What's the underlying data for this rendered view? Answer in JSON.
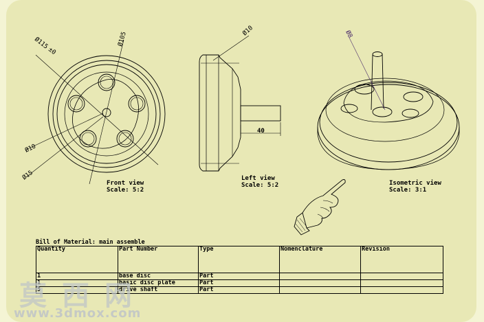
{
  "views": {
    "front": {
      "title": "Front view",
      "scale": "Scale:  5:2"
    },
    "left": {
      "title": "Left view",
      "scale": "Scale:  5:2"
    },
    "iso": {
      "title": "Isometric view",
      "scale": "Scale:  3:1"
    }
  },
  "dimensions": {
    "front_d115": "Ø115",
    "front_d115_tol": "±0",
    "front_d105": "Ø105",
    "front_d10": "Ø10",
    "front_d15": "Ø15",
    "left_d10": "Ø10",
    "left_len": "40",
    "iso_d8": "Ø8"
  },
  "bom": {
    "title": "Bill of Material: main assemble",
    "headers": [
      "Quantity",
      "Part Number",
      "Type",
      "Nomenclature",
      "Revision"
    ],
    "rows": [
      {
        "qty": "1",
        "part": "base disc",
        "type": "Part",
        "nom": "",
        "rev": ""
      },
      {
        "qty": "1",
        "part": "basic disc plate",
        "type": "Part",
        "nom": "",
        "rev": ""
      },
      {
        "qty": "5",
        "part": "drive shaft",
        "type": "Part",
        "nom": "",
        "rev": ""
      }
    ]
  },
  "watermark": {
    "cn": "莫西网",
    "url": "www.3dmox.com"
  }
}
